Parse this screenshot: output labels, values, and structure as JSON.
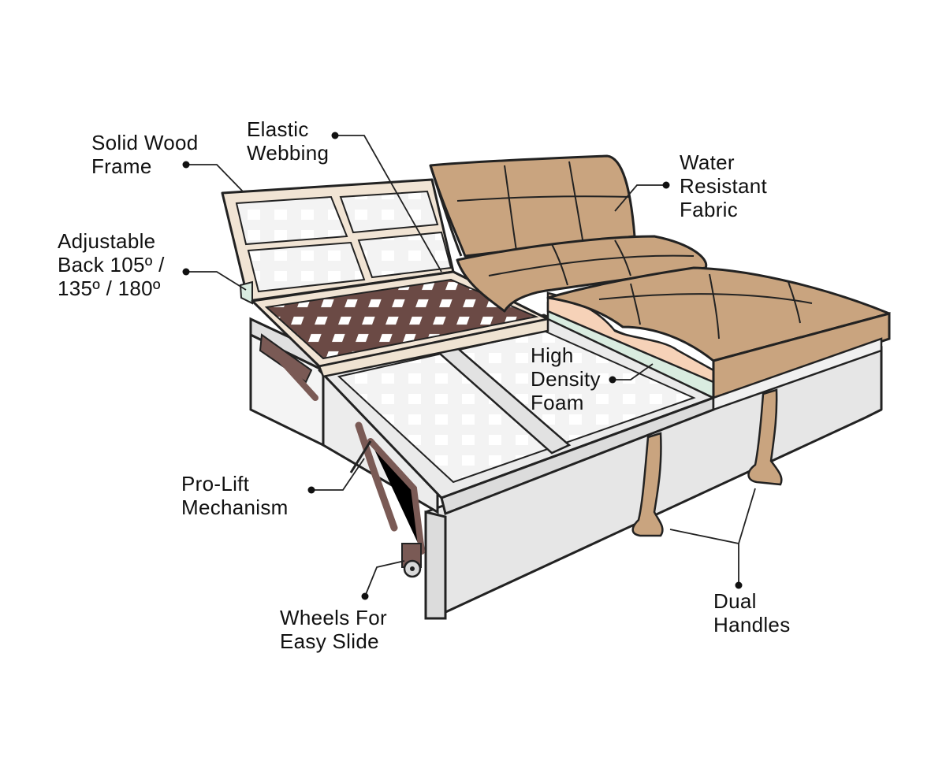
{
  "labels": {
    "solid_wood_frame": [
      "Solid Wood",
      "Frame"
    ],
    "elastic_webbing": [
      "Elastic",
      "Webbing"
    ],
    "water_resistant_fabric": [
      "Water",
      "Resistant",
      "Fabric"
    ],
    "adjustable_back": [
      "Adjustable",
      "Back 105º /",
      "135º / 180º"
    ],
    "high_density_foam": [
      "High",
      "Density",
      "Foam"
    ],
    "pro_lift_mechanism": [
      "Pro-Lift",
      "Mechanism"
    ],
    "wheels": [
      "Wheels For",
      "Easy Slide"
    ],
    "dual_handles": [
      "Dual",
      "Handles"
    ]
  },
  "colors": {
    "frame_wood": "#f1e4d4",
    "frame_outline": "#2a2a2a",
    "webbing": "#6b4a45",
    "fabric": "#c9a47f",
    "foam_pink": "#f6d2b8",
    "foam_green": "#d9ece0",
    "panel_grey": "#e6e6e6",
    "panel_light": "#f2f2f2",
    "handle": "#c9a47f",
    "mechanism": "#7a5a55"
  }
}
